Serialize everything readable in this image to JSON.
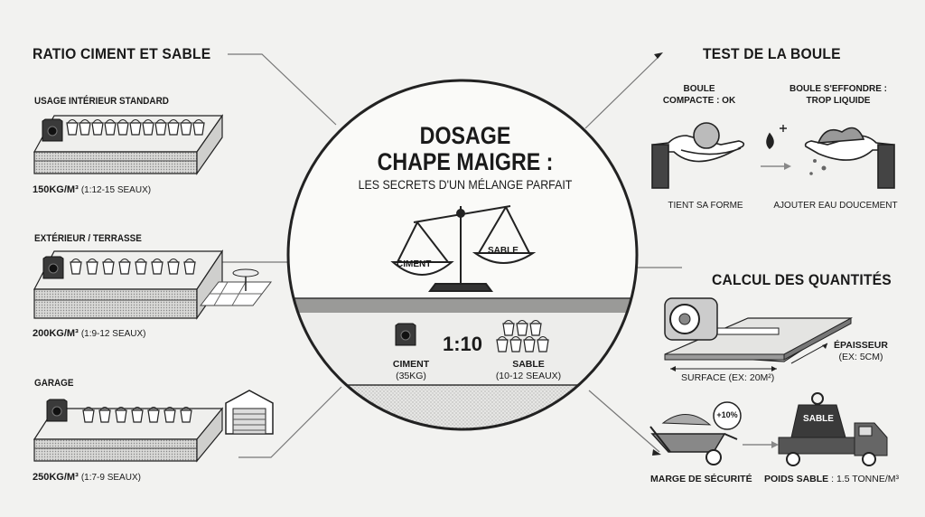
{
  "left": {
    "title": "RATIO CIMENT ET SABLE",
    "items": [
      {
        "heading": "USAGE INTÉRIEUR STANDARD",
        "dosage": "150KG/M³",
        "seaux": "(1:12-15 SEAUX)"
      },
      {
        "heading": "EXTÉRIEUR / TERRASSE",
        "dosage": "200KG/M³",
        "seaux": "(1:9-12 SEAUX)"
      },
      {
        "heading": "GARAGE",
        "dosage": "250KG/M³",
        "seaux": "(1:7-9 SEAUX)"
      }
    ]
  },
  "center": {
    "title_line1": "DOSAGE",
    "title_line2": "CHAPE MAIGRE :",
    "subtitle": "LES SECRETS D'UN MÉLANGE PARFAIT",
    "scale_left": "CIMENT",
    "scale_right": "SABLE",
    "ratio": "1:10",
    "ciment_label": "CIMENT",
    "ciment_weight": "(35KG)",
    "sable_label": "SABLE",
    "sable_qty": "(10-12 SEAUX)"
  },
  "test": {
    "title": "TEST DE LA BOULE",
    "ok_title": "BOULE COMPACTE : OK",
    "ok_caption": "TIENT SA FORME",
    "bad_title": "BOULE S'EFFONDRE : TROP LIQUIDE",
    "bad_caption": "AJOUTER EAU DOUCEMENT"
  },
  "calc": {
    "title": "CALCUL DES QUANTITÉS",
    "surface": "SURFACE (EX: 20M²)",
    "thickness_label": "ÉPAISSEUR",
    "thickness_ex": "(EX: 5CM)",
    "margin_badge": "+10%",
    "margin_label": "MARGE DE SÉCURITÉ",
    "truck_label": "SABLE",
    "weight_bold": "POIDS SABLE",
    "weight_value": ": 1.5 TONNE/M³"
  }
}
